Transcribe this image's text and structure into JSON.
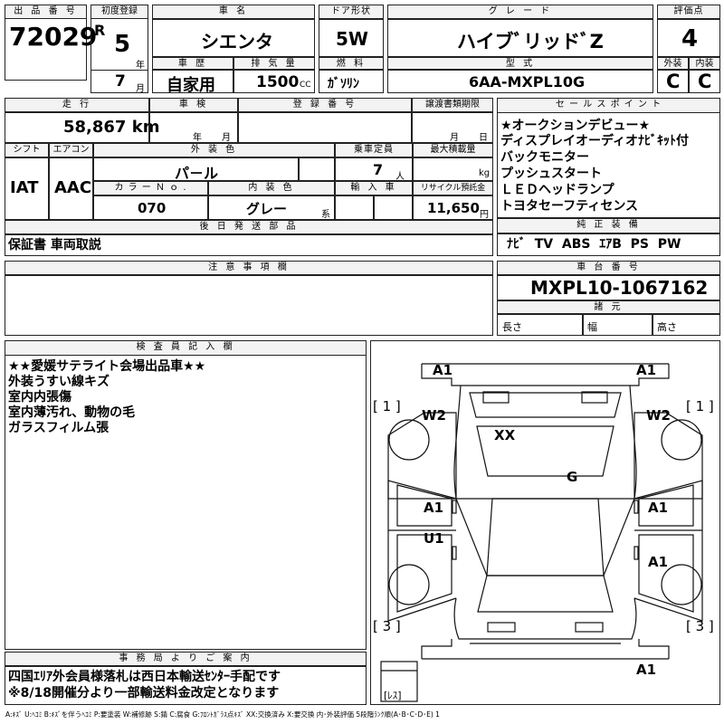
{
  "header": {
    "lot_no_label": "出 品 番 号",
    "lot_no": "72029",
    "first_reg_label": "初度登録",
    "era": "R",
    "year": "5",
    "year_unit": "年",
    "month": "7",
    "month_unit": "月",
    "car_name_label": "車 名",
    "car_name": "シエンタ",
    "history_label": "車 歴",
    "history": "自家用",
    "displacement_label": "排 気 量",
    "displacement": "1500",
    "displacement_unit": "CC",
    "door_label": "ドア形状",
    "door": "5W",
    "fuel_label": "燃 料",
    "fuel": "ｶﾞｿﾘﾝ",
    "grade_label": "グ レ ー ド",
    "grade": "ハイブﾞリッドﾞZ",
    "model_label": "型 式",
    "model": "6AA-MXPL10G",
    "score_label": "評価点",
    "score": "4",
    "exterior_label": "外装",
    "exterior": "C",
    "interior_label": "内装",
    "interior": "C"
  },
  "row2": {
    "mileage_label": "走 行",
    "mileage": "58,867 km",
    "inspection_label": "車 検",
    "inspection_year_unit": "年",
    "inspection_month_unit": "月",
    "reg_no_label": "登 録 番 号",
    "transfer_label": "譲渡書類期限",
    "transfer_month_unit": "月",
    "transfer_day_unit": "日",
    "shift_label": "シフト",
    "shift": "IAT",
    "ac_label": "エアコン",
    "ac": "AAC",
    "color_label": "外 装 色",
    "color": "パ－ル",
    "capacity_label": "乗車定員",
    "capacity": "7",
    "capacity_unit": "人",
    "max_load_label": "最大積載量",
    "max_load_unit": "kg",
    "color_no_label": "カ ラ ー Ｎ ｏ .",
    "color_no": "070",
    "int_color_label": "内 装 色",
    "int_color": "グレー",
    "int_color_suffix": "系",
    "import_label": "輸 入 車",
    "recycle_label": "リサイクル預託金",
    "recycle": "11,650",
    "recycle_unit": "円"
  },
  "later_parts": {
    "label": "後 日 発 送 部 品",
    "text": "保証書 車両取説"
  },
  "sales_points": {
    "label": "セ ー ル ス ポ イ ン ト",
    "lines": [
      "★オークションデビュー★",
      "ディスプレイオーディオﾅﾋﾞｷｯﾄ付",
      "バックモニター",
      "プッシュスタート",
      "ＬＥＤヘッドランプ",
      "トヨタセーフティセンス"
    ]
  },
  "equipment": {
    "label": "純 正 装 備",
    "text": "ﾅﾋﾞ  TV  ABS  ｴｱB  PS  PW"
  },
  "notes": {
    "label": "注 意 事 項 欄"
  },
  "chassis": {
    "label": "車 台 番 号",
    "value": "MXPL10-1067162",
    "dims_label": "諸 元",
    "length_label": "長さ",
    "width_label": "幅",
    "height_label": "高さ"
  },
  "inspector": {
    "label": "検 査 員 記 入 欄",
    "lines": [
      "★★愛媛サテライト会場出品車★★",
      "外装うすい線キズ",
      "室内内張傷",
      "室内薄汚れ、動物の毛",
      "ガラスフィルム張"
    ]
  },
  "office": {
    "label": "事 務 局 よ り ご 案 内",
    "lines": [
      "四国ｴﾘｱ外会員様落札は西日本輸送ｾﾝﾀｰ手配です",
      "※8/18開催分より一部輸送料金改定となります"
    ]
  },
  "diagram": {
    "marks": {
      "a1_front_left": "A1",
      "a1_front_right": "A1",
      "w2_left": "W2",
      "w2_right": "W2",
      "xx": "XX",
      "g": "G",
      "a1_left_mid": "A1",
      "a1_right_mid": "A1",
      "u1": "U1",
      "a1_right_rear": "A1",
      "a1_bottom": "A1"
    },
    "bracket_tl": "[ 1 ]",
    "bracket_tr": "[ 1 ]",
    "bracket_bl": "[ 3 ]",
    "bracket_br": "[ 3 ]",
    "bracket_spare": "[ﾚｽ]"
  },
  "legend": "A:ｷｽﾞ U:ﾍｺﾐ B:ｷｽﾞを伴うﾍｺﾐ P:要塗装 W:補修跡 S:錆 C:腐食 G:ﾌﾛﾝﾄｶﾞﾗｽ点ｷｽﾞ XX:交換済み X:要交換 内･外装評価 5段階ﾗﾝｸ順(A･B･C･D･E) 1"
}
